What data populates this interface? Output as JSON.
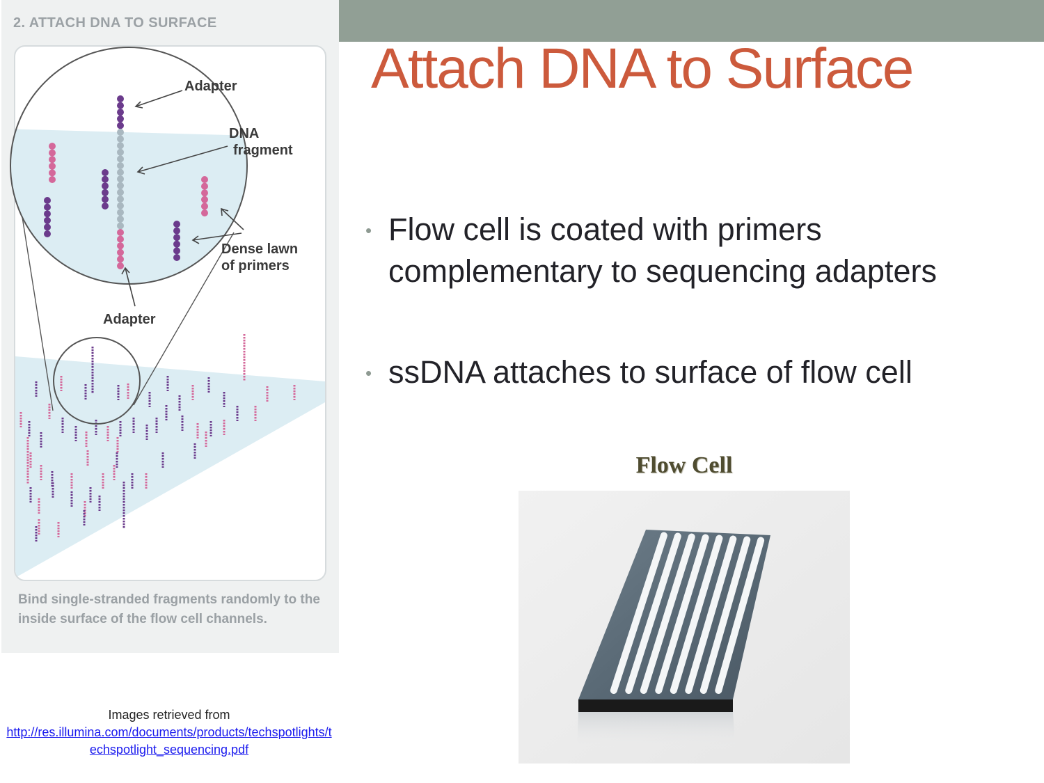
{
  "slide": {
    "title": "Attach DNA to Surface",
    "bullets": [
      "Flow cell is coated with primers complementary to sequencing adapters",
      "ssDNA attaches to surface of flow cell"
    ]
  },
  "diagram": {
    "heading": "2. ATTACH DNA TO SURFACE",
    "labels": {
      "adapter_top": "Adapter",
      "dna_fragment_line1": "DNA",
      "dna_fragment_line2": "fragment",
      "dense_lawn_line1": "Dense lawn",
      "dense_lawn_line2": "of primers",
      "adapter_bottom": "Adapter"
    },
    "caption": "Bind single-stranded fragments randomly to the inside surface of the flow cell channels.",
    "colors": {
      "adapter_purple": "#6b3b8c",
      "primer_pink": "#d4689a",
      "fragment_gray": "#a9b8c0",
      "surface_blue": "#dcedf3"
    }
  },
  "flow_cell": {
    "label": "Flow Cell"
  },
  "credit": {
    "text": "Images retrieved from",
    "url": "http://res.illumina.com/documents/products/techspotlights/techspotlight_sequencing.pdf"
  }
}
